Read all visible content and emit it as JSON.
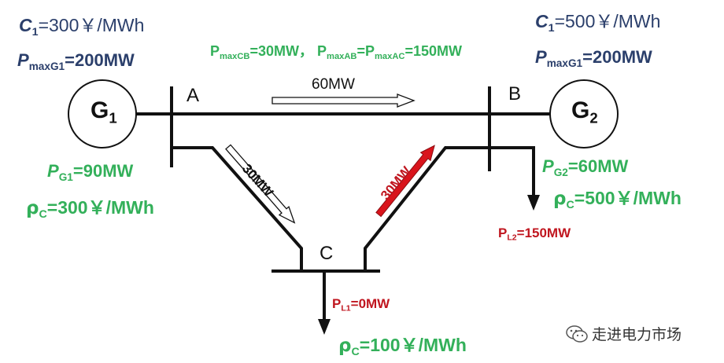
{
  "generators": {
    "g1": {
      "label": "G",
      "sub": "1",
      "cost_sym": "C",
      "cost_sub": "1",
      "cost_val": "=300￥/MWh",
      "pmax_sym": "P",
      "pmax_sub": "maxG1",
      "pmax_val": "=200MW"
    },
    "g2": {
      "label": "G",
      "sub": "2",
      "cost_sym": "C",
      "cost_sub": "1",
      "cost_val": "=500￥/MWh",
      "pmax_sym": "P",
      "pmax_sub": "maxG1",
      "pmax_val": "=200MW"
    }
  },
  "limits": {
    "p1": "P",
    "p1_sub": "maxCB",
    "p1_val": "=30MW，",
    "p2": "P",
    "p2_sub": "maxAB",
    "p2_eq": "=",
    "p3": "P",
    "p3_sub": "maxAC",
    "p3_val": "=150MW"
  },
  "buses": {
    "a": "A",
    "b": "B",
    "c": "C"
  },
  "flows": {
    "ab": "60MW",
    "ac": "30MW",
    "bc": "30MW"
  },
  "node_a": {
    "pg_sym": "P",
    "pg_sub": "G1",
    "pg_val": "=90MW",
    "rho_sym": "ρ",
    "rho_sub": "C",
    "rho_val": "=300￥/MWh"
  },
  "node_b": {
    "pg_sym": "P",
    "pg_sub": "G2",
    "pg_val": "=60MW",
    "rho_sym": "ρ",
    "rho_sub": "C",
    "rho_val": "=500￥/MWh",
    "pl_sym": "P",
    "pl_sub": "L2",
    "pl_val": "=150MW"
  },
  "node_c": {
    "pl_sym": "P",
    "pl_sub": "L1",
    "pl_val": "=0MW",
    "rho_sym": "ρ",
    "rho_sub": "C",
    "rho_val": "=100￥/MWh"
  },
  "watermark": {
    "text": "走进电力市场",
    "icon": "wechat-icon"
  },
  "colors": {
    "navy": "#2b3f6b",
    "green": "#33b05a",
    "red": "#c0161f",
    "line": "#111111"
  }
}
